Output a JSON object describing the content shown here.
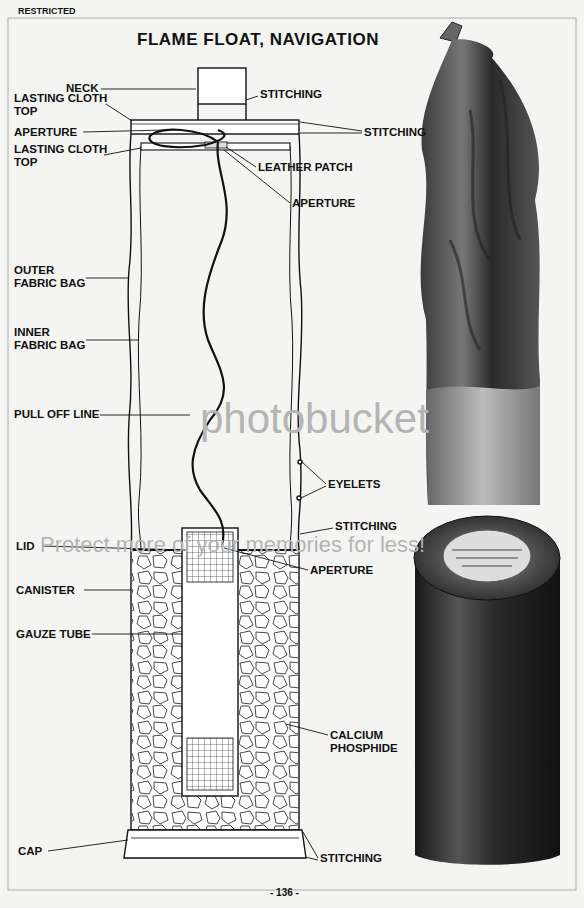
{
  "diagram": {
    "title": "FLAME FLOAT, NAVIGATION",
    "labels": [
      "RESTRICTED",
      "NECK",
      "STITCHING",
      "LASTING CLOTH TOP",
      "APERTURE",
      "STITCHING",
      "LASTING CLOTH TOP",
      "LEATHER PATCH",
      "APERTURE",
      "OUTER FABRIC BAG",
      "INNER FABRIC BAG",
      "PULL OFF LINE",
      "EYELETS",
      "STITCHING",
      "LID",
      "APERTURE",
      "CANISTER",
      "GAUZE TUBE",
      "CALCIUM PHOSPHIDE",
      "CAP",
      "STITCHING",
      "- 136 -",
      "photobucket",
      "Protect more of your memories for less!"
    ]
  }
}
